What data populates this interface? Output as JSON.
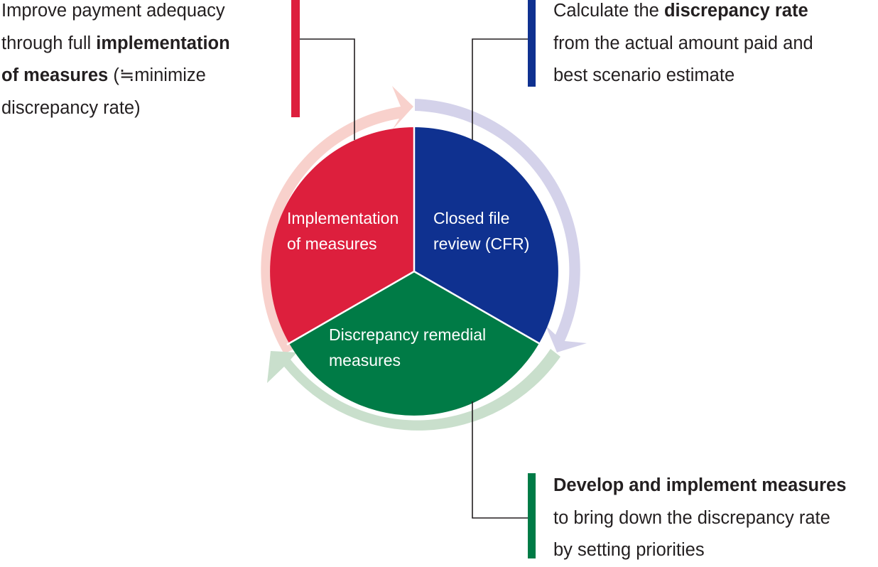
{
  "colors": {
    "red": "#dd1f3d",
    "blue": "#0f3190",
    "green": "#007b46",
    "arrow_red": "#f8d1cc",
    "arrow_blue": "#d4d2ea",
    "arrow_green": "#c9dfcc",
    "connector": "#231f20"
  },
  "segments": [
    {
      "key": "implementation",
      "color": "red",
      "line1": "Implementation",
      "line2": "of measures"
    },
    {
      "key": "cfr",
      "color": "blue",
      "line1": "Closed file",
      "line2": "review (CFR)"
    },
    {
      "key": "remedial",
      "color": "green",
      "line1": "Discrepancy remedial",
      "line2": "measures"
    }
  ],
  "callouts": {
    "top_left": {
      "bar_color": "red",
      "l1": "Improve payment adequacy",
      "l2_plain": "through full ",
      "l2_bold": "implementation",
      "l3_bold": "of measures",
      "l3_plain": " (≒minimize",
      "l4": "discrepancy rate)"
    },
    "top_right": {
      "bar_color": "blue",
      "l1_plain": "Calculate the ",
      "l1_bold": "discrepancy rate",
      "l2": "from the actual amount paid and",
      "l3": "best scenario estimate"
    },
    "bottom_right": {
      "bar_color": "green",
      "l1_bold": "Develop and implement measures",
      "l2": "to bring down the discrepancy rate",
      "l3": "by setting priorities"
    }
  }
}
